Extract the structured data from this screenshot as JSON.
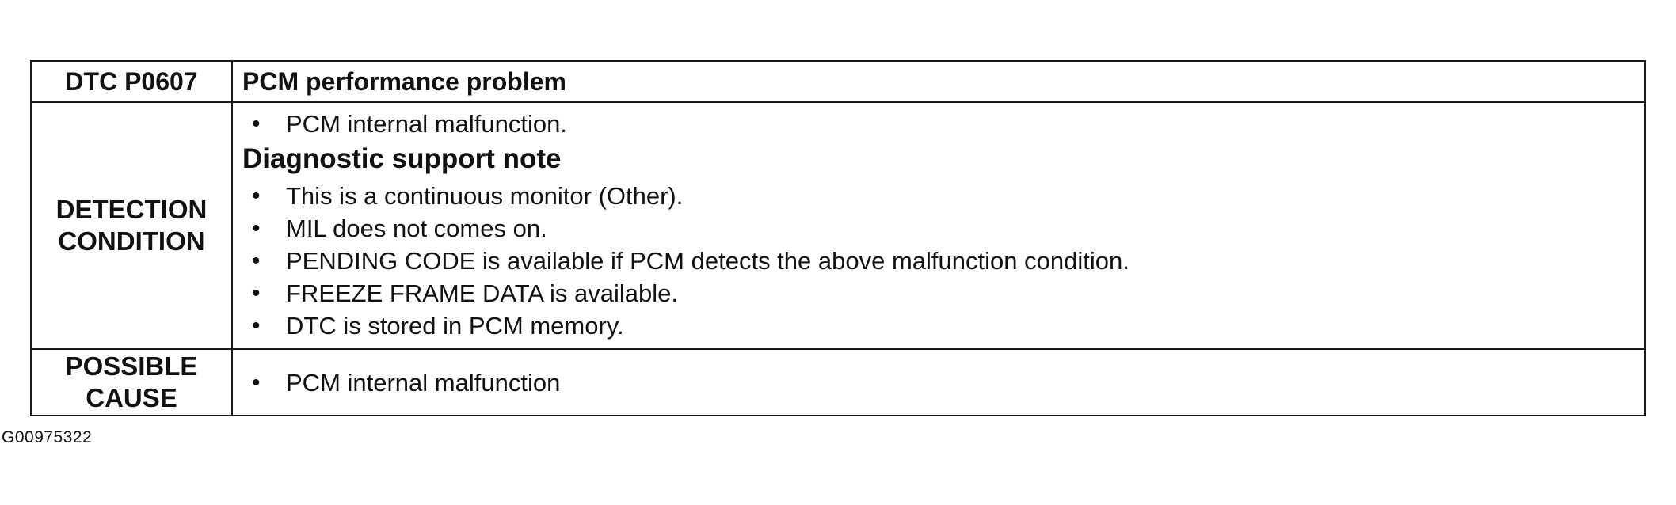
{
  "table": {
    "header": {
      "code": "DTC P0607",
      "title": "PCM performance problem"
    },
    "detection": {
      "label_line1": "DETECTION",
      "label_line2": "CONDITION",
      "items": [
        "PCM internal malfunction."
      ],
      "note_heading": "Diagnostic support note",
      "note_items": [
        "This is a continuous monitor (Other).",
        "MIL does not comes on.",
        "PENDING CODE is available if PCM detects the above malfunction condition.",
        "FREEZE FRAME DATA is available.",
        "DTC is stored in PCM memory."
      ]
    },
    "cause": {
      "label_line1": "POSSIBLE",
      "label_line2": "CAUSE",
      "items": [
        "PCM internal malfunction"
      ]
    }
  },
  "figure_id": "G00975322"
}
